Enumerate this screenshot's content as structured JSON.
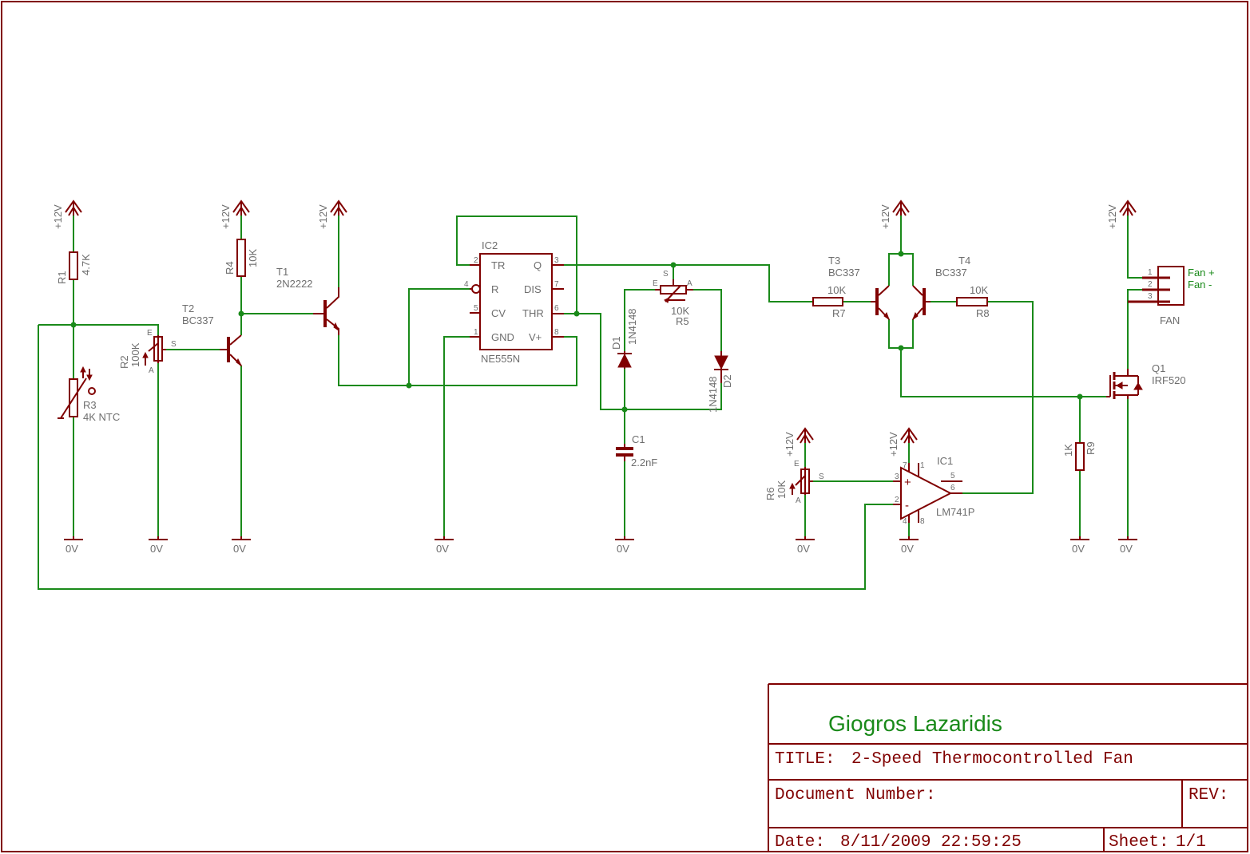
{
  "title_block": {
    "author": "Giogros Lazaridis",
    "title_label": "TITLE:",
    "title": "2-Speed Thermocontrolled Fan",
    "doc_label": "Document Number:",
    "doc_number": "",
    "rev_label": "REV:",
    "rev": "",
    "date_label": "Date:",
    "date": "8/11/2009 22:59:25",
    "sheet_label": "Sheet:",
    "sheet": "1/1"
  },
  "nets": {
    "vcc": "+12V",
    "gnd": "0V"
  },
  "parts": {
    "R1": {
      "ref": "R1",
      "value": "4.7K"
    },
    "R2": {
      "ref": "R2",
      "value": "100K"
    },
    "R3": {
      "ref": "R3",
      "value": "4K NTC"
    },
    "R4": {
      "ref": "R4",
      "value": "10K"
    },
    "R5": {
      "ref": "R5",
      "value": "10K"
    },
    "R6": {
      "ref": "R6",
      "value": "10K"
    },
    "R7": {
      "ref": "R7",
      "value": "10K"
    },
    "R8": {
      "ref": "R8",
      "value": "10K"
    },
    "R9": {
      "ref": "R9",
      "value": "1K"
    },
    "T1": {
      "ref": "T1",
      "value": "2N2222"
    },
    "T2": {
      "ref": "T2",
      "value": "BC337"
    },
    "T3": {
      "ref": "T3",
      "value": "BC337"
    },
    "T4": {
      "ref": "T4",
      "value": "BC337"
    },
    "IC1": {
      "ref": "IC1",
      "value": "LM741P"
    },
    "IC2": {
      "ref": "IC2",
      "value": "NE555N"
    },
    "D1": {
      "ref": "D1",
      "value": "1N4148"
    },
    "D2": {
      "ref": "D2",
      "value": "1N4148"
    },
    "C1": {
      "ref": "C1",
      "value": "2.2nF"
    },
    "Q1": {
      "ref": "Q1",
      "value": "IRF520"
    },
    "FAN": {
      "ref": "FAN",
      "fan_plus": "Fan +",
      "fan_minus": "Fan -"
    }
  },
  "ic2_pins": {
    "tr": "TR",
    "r": "R",
    "cv": "CV",
    "gnd": "GND",
    "q": "Q",
    "dis": "DIS",
    "thr": "THR",
    "vplus": "V+",
    "n2": "2",
    "n4": "4",
    "n5": "5",
    "n1": "1",
    "n3": "3",
    "n7": "7",
    "n6": "6",
    "n8": "8"
  },
  "ic1_pins": {
    "plus": "+",
    "minus": "-",
    "n3": "3",
    "n2": "2",
    "n7": "7",
    "n1": "1",
    "n5": "5",
    "n6": "6",
    "n4": "4",
    "n8": "8"
  },
  "pot_pins": {
    "e": "E",
    "s": "S",
    "a": "A"
  },
  "fan_pins": {
    "n1": "1",
    "n2": "2",
    "n3": "3"
  },
  "colors": {
    "frame": "#800000",
    "wire": "#1a8a1a",
    "part": "#800000",
    "text": "#6e6e6e",
    "author": "#1a8a1a"
  }
}
